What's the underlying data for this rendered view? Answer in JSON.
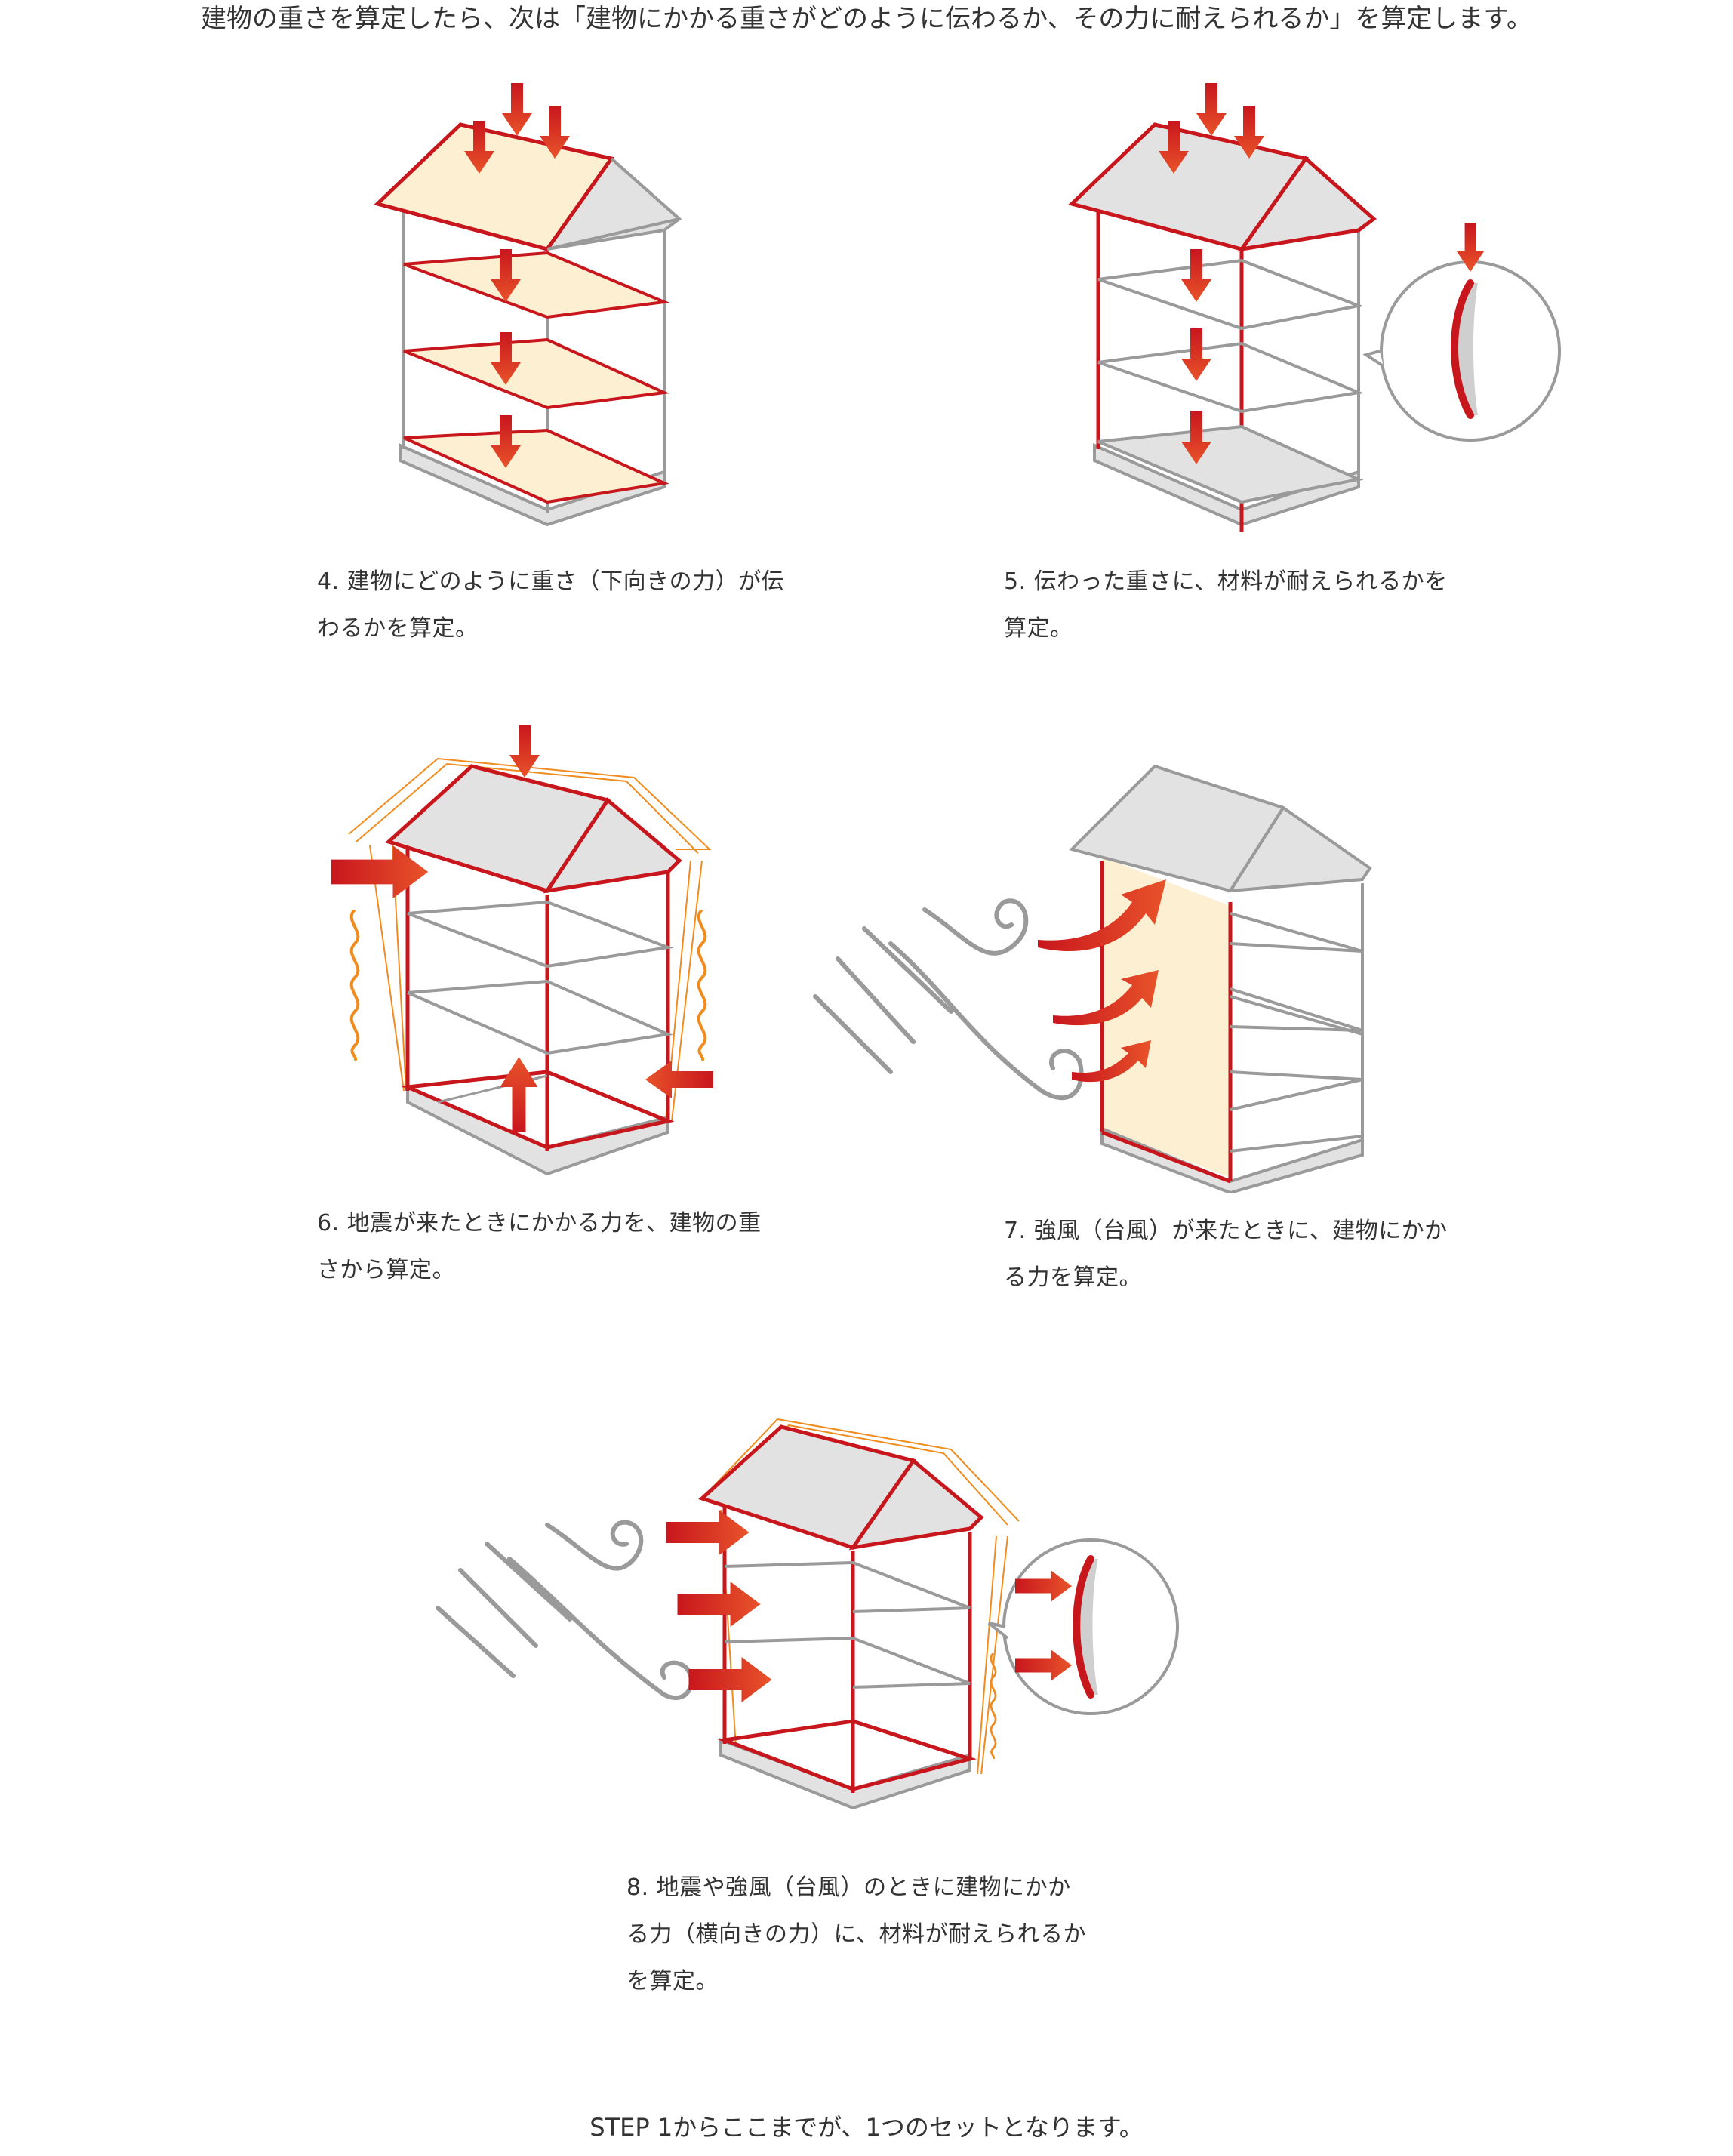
{
  "intro": "建物の重さを算定したら、次は「建物にかかる重さがどのように伝わるか、その力に耐えられるか」を算定します。",
  "steps": [
    {
      "line1": "4.  建物にどのように重さ（下向きの力）が伝",
      "line2": "わるかを算定。",
      "line3": ""
    },
    {
      "line1": "5.  伝わった重さに、材料が耐えられるかを",
      "line2": "算定。",
      "line3": ""
    },
    {
      "line1": "6.  地震が来たときにかかる力を、建物の重",
      "line2": "さから算定。",
      "line3": ""
    },
    {
      "line1": "7.  強風（台風）が来たときに、建物にかか",
      "line2": "る力を算定。",
      "line3": ""
    },
    {
      "line1": "8.  地震や強風（台風）のときに建物にかか",
      "line2": "る力（横向きの力）に、材料が耐えられるか",
      "line3": "を算定。"
    }
  ],
  "outro": "STEP 1からここまでが、1つのセットとなります。",
  "colors": {
    "red": "#c8161d",
    "gray_line": "#9a9a9a",
    "gray_fill": "#e2e2e2",
    "cream": "#fcefd2",
    "orange": "#f08c1e",
    "text": "#333333"
  },
  "icons": [
    "down-arrow-icon",
    "right-arrow-icon",
    "up-arrow-icon",
    "left-arrow-icon",
    "wind-icon",
    "wave-icon",
    "magnifier-bubble-icon"
  ]
}
